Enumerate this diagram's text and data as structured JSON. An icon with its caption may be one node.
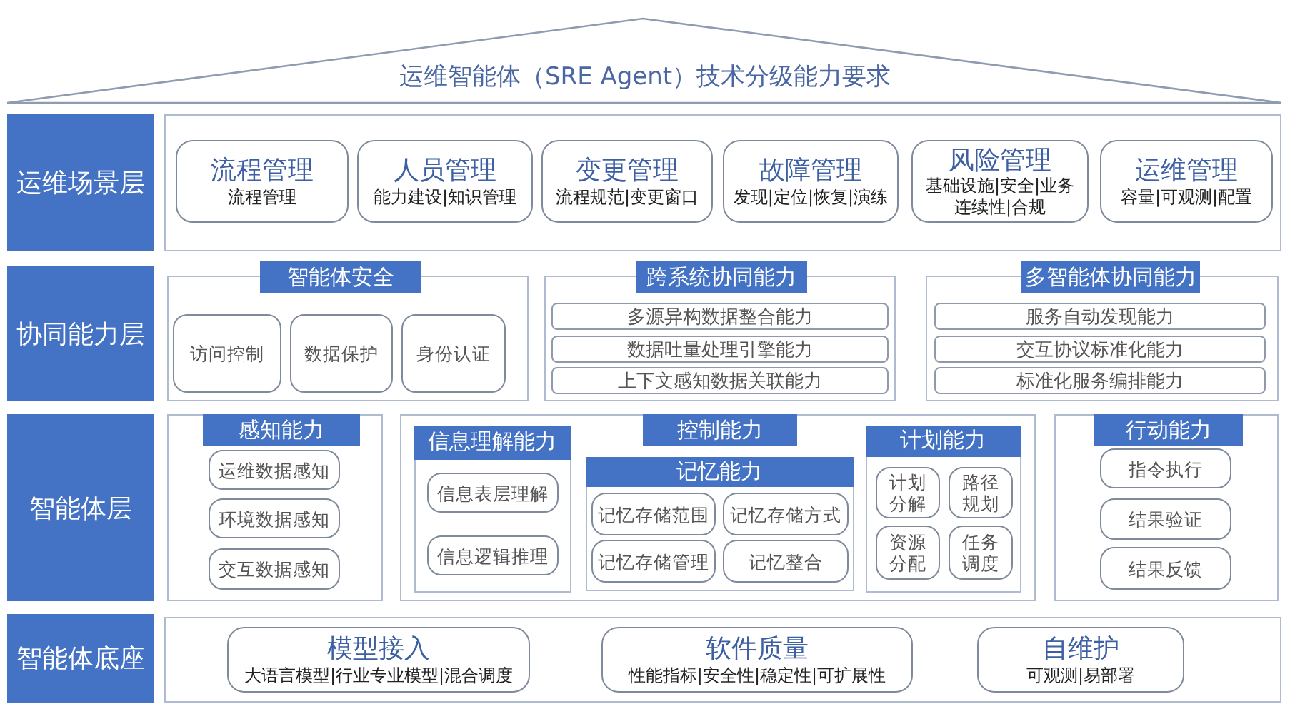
{
  "diagram": {
    "title": "运维智能体（SRE Agent）技术分级能力要求",
    "nodes": [
      {
        "text": [
          "运维场景层"
        ]
      },
      {
        "text": [],
        "shape": "box"
      },
      {
        "text": [
          "流程管理",
          "流程管理"
        ],
        "in": 1
      },
      {
        "text": [
          "人员管理",
          "能力建设|知识管理"
        ],
        "in": 1
      },
      {
        "text": [
          "变更管理",
          "流程规范|变更窗口"
        ],
        "in": 1
      },
      {
        "text": [
          "故障管理",
          "发现|定位|恢复|演练"
        ],
        "in": 1
      },
      {
        "text": [
          "风险管理",
          "基础设施|安全|业务连续性|合规"
        ],
        "in": 1
      },
      {
        "text": [
          "运维管理",
          "容量|可观测|配置"
        ],
        "in": 1
      },
      {
        "text": [
          "协同能力层"
        ]
      },
      {
        "text": [
          "智能体安全"
        ]
      },
      {
        "text": [
          "访问控制"
        ],
        "in": 9
      },
      {
        "text": [
          "数据保护"
        ],
        "in": 9
      },
      {
        "text": [
          "身份认证"
        ],
        "in": 9
      },
      {
        "text": [
          "跨系统协同能力"
        ]
      },
      {
        "text": [
          "多源异构数据整合能力"
        ],
        "in": 13
      },
      {
        "text": [
          "数据吐量处理引擎能力"
        ],
        "in": 13
      },
      {
        "text": [
          "上下文感知数据关联能力"
        ],
        "in": 13
      },
      {
        "text": [
          "多智能体协同能力"
        ]
      },
      {
        "text": [
          "服务自动发现能力"
        ],
        "in": 17
      },
      {
        "text": [
          "交互协议标准化能力"
        ],
        "in": 17
      },
      {
        "text": [
          "标准化服务编排能力"
        ],
        "in": 17
      },
      {
        "text": [
          "智能体层"
        ]
      },
      {
        "text": [
          "感知能力"
        ]
      },
      {
        "text": [
          "运维数据感知"
        ],
        "in": 22
      },
      {
        "text": [
          "环境数据感知"
        ],
        "in": 22
      },
      {
        "text": [
          "交互数据感知"
        ],
        "in": 22
      },
      {
        "text": [
          "控制能力"
        ]
      },
      {
        "text": [
          "信息理解能力"
        ],
        "in": 26
      },
      {
        "text": [
          "信息表层理解"
        ],
        "in": 27
      },
      {
        "text": [
          "信息逻辑推理"
        ],
        "in": 27
      },
      {
        "text": [
          "记忆能力"
        ],
        "in": 26
      },
      {
        "text": [
          "记忆存储范围"
        ],
        "in": 30
      },
      {
        "text": [
          "记忆存储方式"
        ],
        "in": 30
      },
      {
        "text": [
          "记忆存储管理"
        ],
        "in": 30
      },
      {
        "text": [
          "记忆整合"
        ],
        "in": 30
      },
      {
        "text": [
          "计划能力"
        ],
        "in": 26
      },
      {
        "text": [
          "计划分解"
        ],
        "in": 35
      },
      {
        "text": [
          "路径规划"
        ],
        "in": 35
      },
      {
        "text": [
          "资源分配"
        ],
        "in": 35
      },
      {
        "text": [
          "任务调度"
        ],
        "in": 35
      },
      {
        "text": [
          "行动能力"
        ]
      },
      {
        "text": [
          "指令执行"
        ],
        "in": 40
      },
      {
        "text": [
          "结果验证"
        ],
        "in": 40
      },
      {
        "text": [
          "结果反馈"
        ],
        "in": 40
      },
      {
        "text": [
          "智能体底座"
        ]
      },
      {
        "text": [],
        "shape": "box"
      },
      {
        "text": [
          "模型接入",
          "大语言模型|行业专业模型|混合调度"
        ],
        "in": 45
      },
      {
        "text": [
          "软件质量",
          "性能指标|安全性|稳定性|可扩展性"
        ],
        "in": 45
      },
      {
        "text": [
          "自维护",
          "可观测|易部署"
        ],
        "in": 45
      }
    ]
  }
}
